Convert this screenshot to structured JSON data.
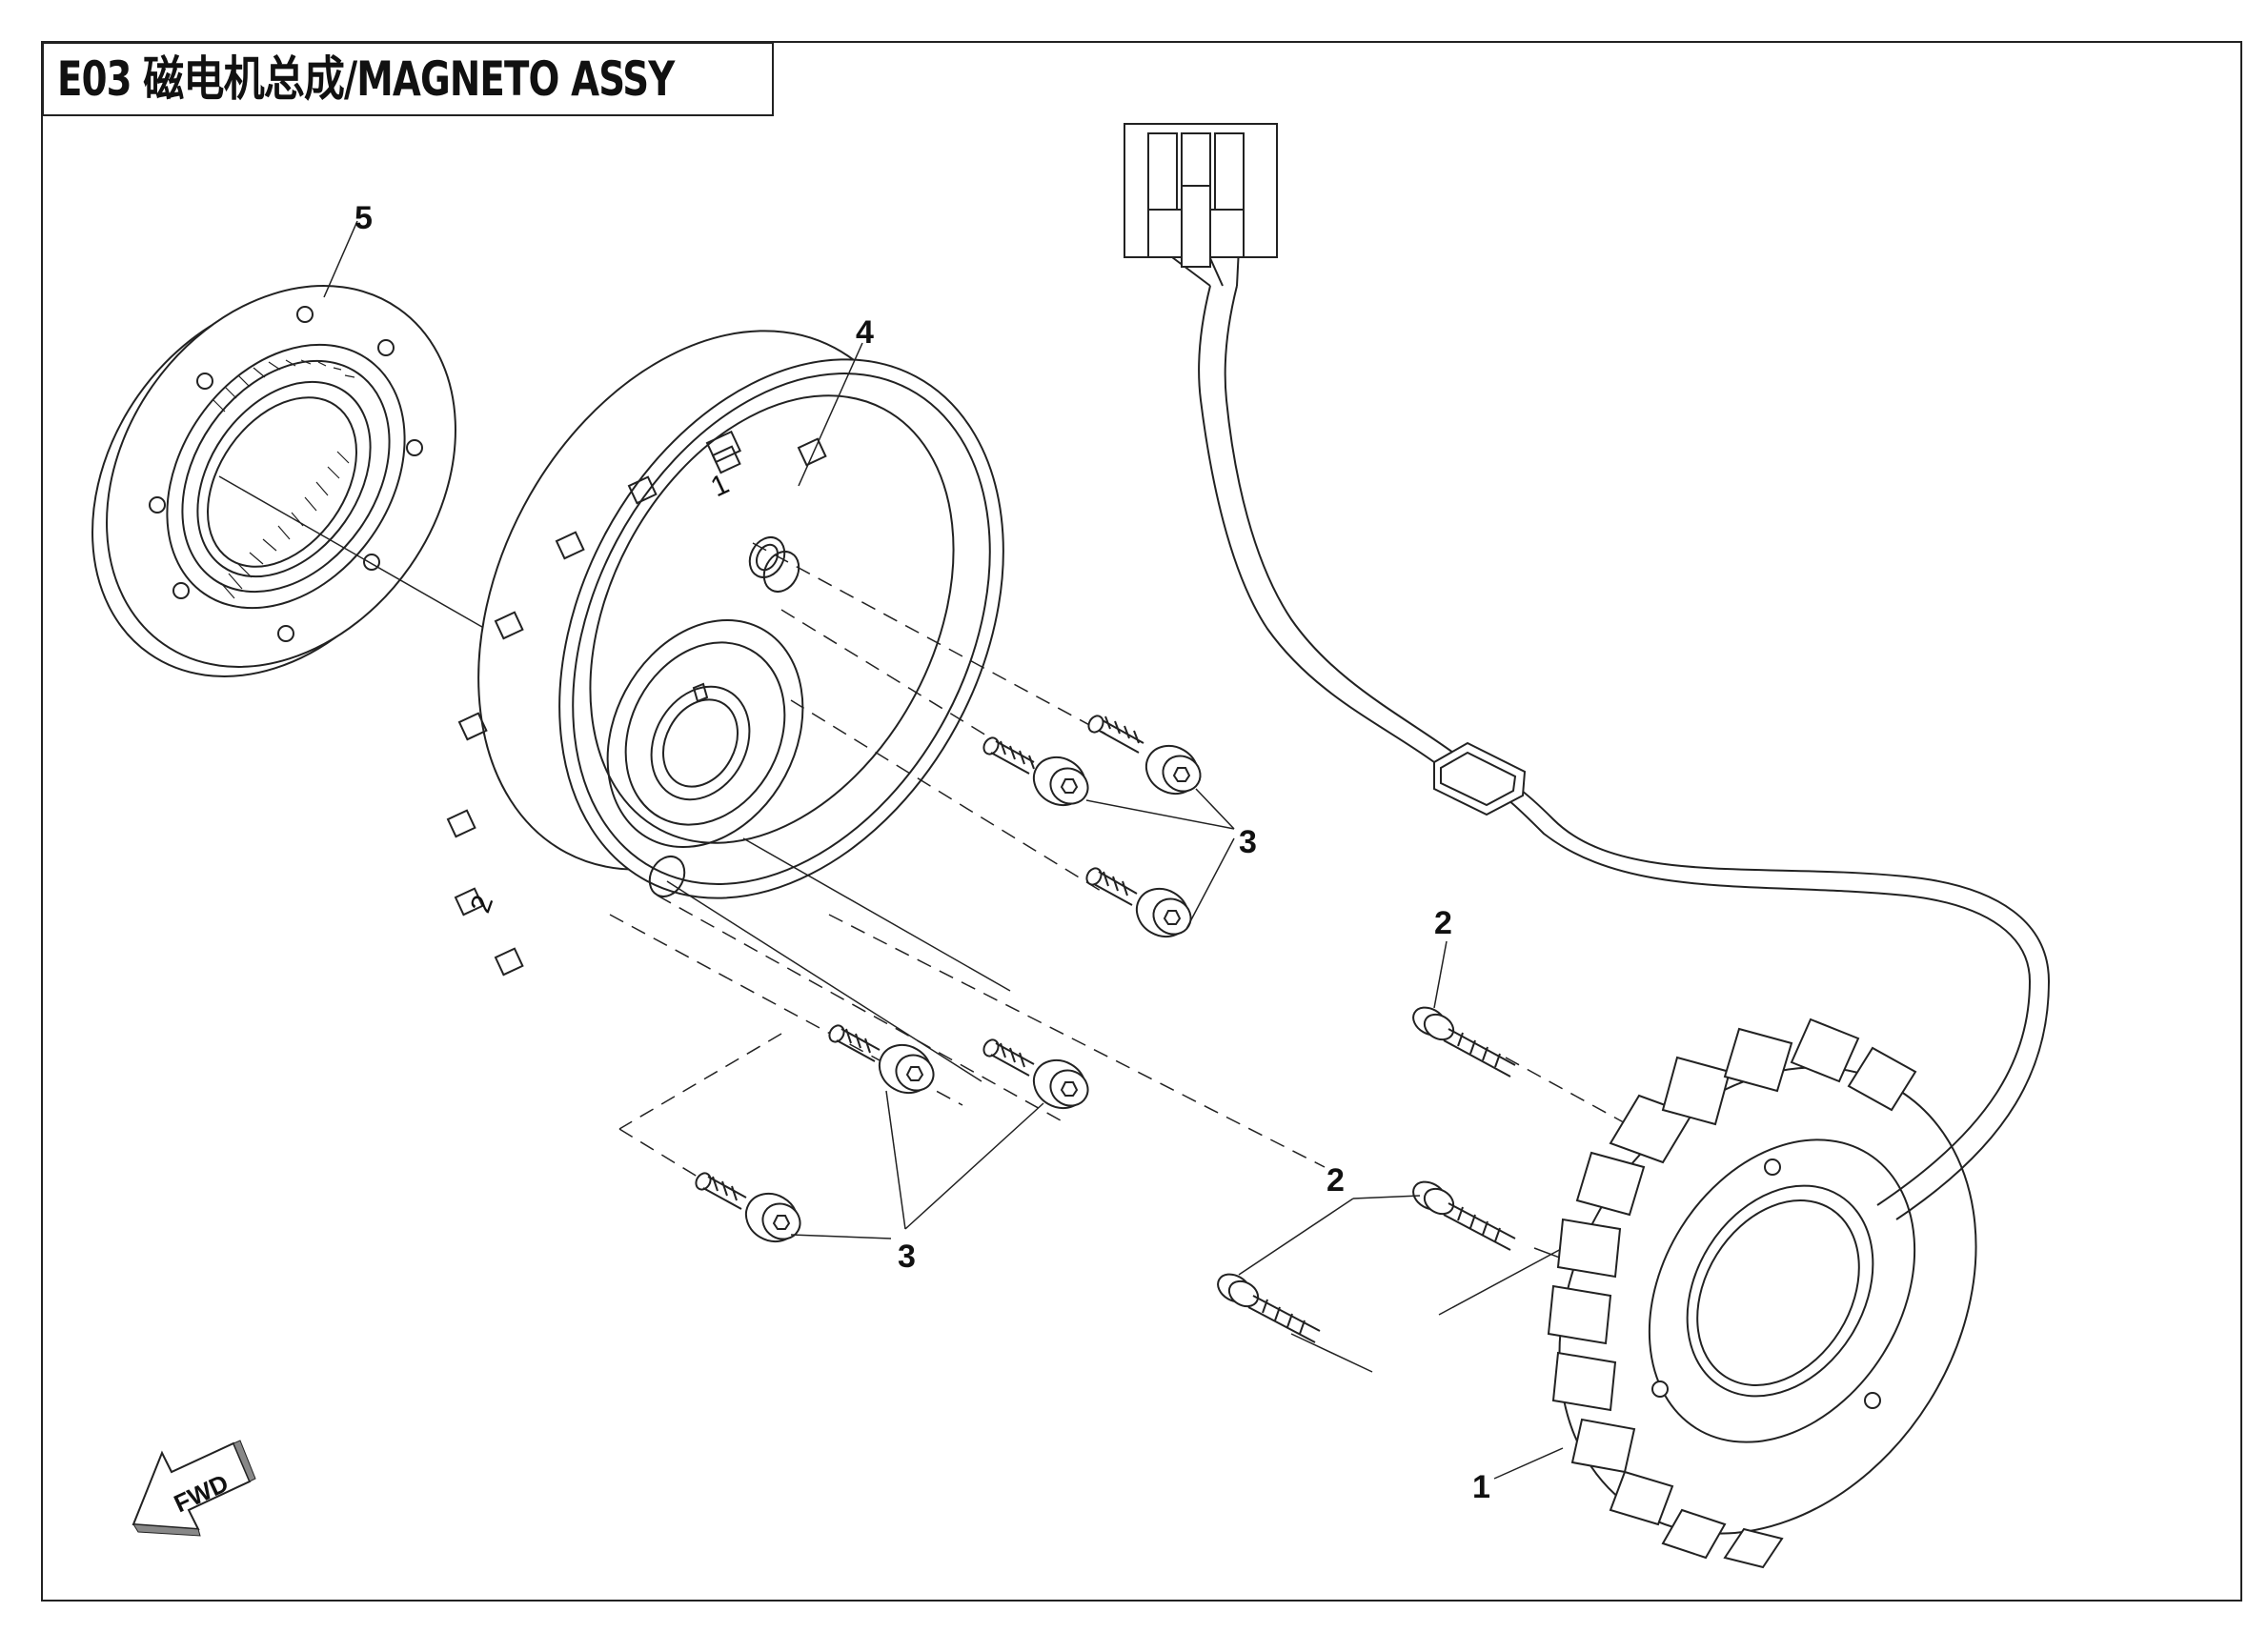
{
  "page": {
    "title": "E03 磁电机总成/MAGNETO ASSY"
  },
  "callouts": {
    "part1": "1",
    "part2": "2",
    "part3": "3",
    "part4": "4",
    "part5": "5"
  },
  "rotor_marks": {
    "mark1": "1",
    "mark2": "2"
  },
  "direction": {
    "label": "FWD"
  },
  "colors": {
    "line": "#222222",
    "background": "#ffffff"
  }
}
